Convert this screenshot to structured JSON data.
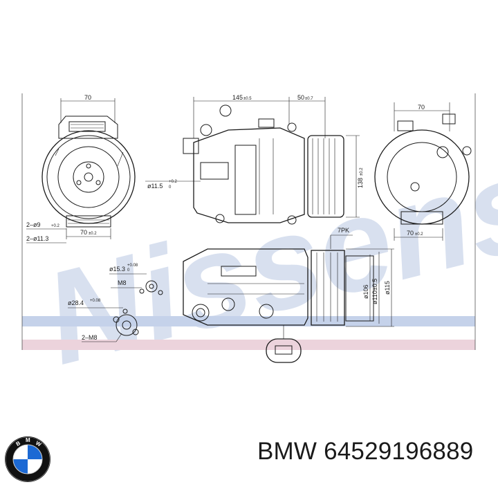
{
  "watermark": {
    "text": "Nissens"
  },
  "dimensions": {
    "front_width": "70",
    "side_width": "70",
    "len_145": "145",
    "len_145_tol": "±0.5",
    "len_50": "50",
    "len_50_tol": "±0.7",
    "dia_11_5": "ø11.5",
    "dia_11_5_tol_top": "+0.2",
    "dia_11_5_tol_bot": "0",
    "height_138": "138",
    "height_138_tol": "±0.2",
    "holes_9": "2–ø9",
    "holes_9_tol": "+0.2",
    "holes_11_3": "2–ø11.3",
    "front_70_bottom": "70",
    "front_70_bottom_tol": "±0.2",
    "side_70_bottom": "70",
    "side_70_bottom_tol": "±0.2",
    "belt": "7PK",
    "dia_15_3": "ø15.3",
    "dia_15_3_tol_top": "+0.08",
    "dia_15_3_tol_bot": "0",
    "thread_m8": "M8",
    "dia_28_4": "ø28.4",
    "dia_28_4_tol": "+0.08",
    "thread_2m8": "2–M8",
    "pulley_106": "ø106",
    "pulley_110": "ø110±0.5",
    "pulley_115": "ø115"
  },
  "footer": {
    "brand": "BMW",
    "part_number": "64529196889",
    "logo_icon": "bmw-roundel-icon",
    "logo_colors": {
      "blue": "#1c69d4",
      "ring": "#111111",
      "white": "#ffffff"
    }
  }
}
